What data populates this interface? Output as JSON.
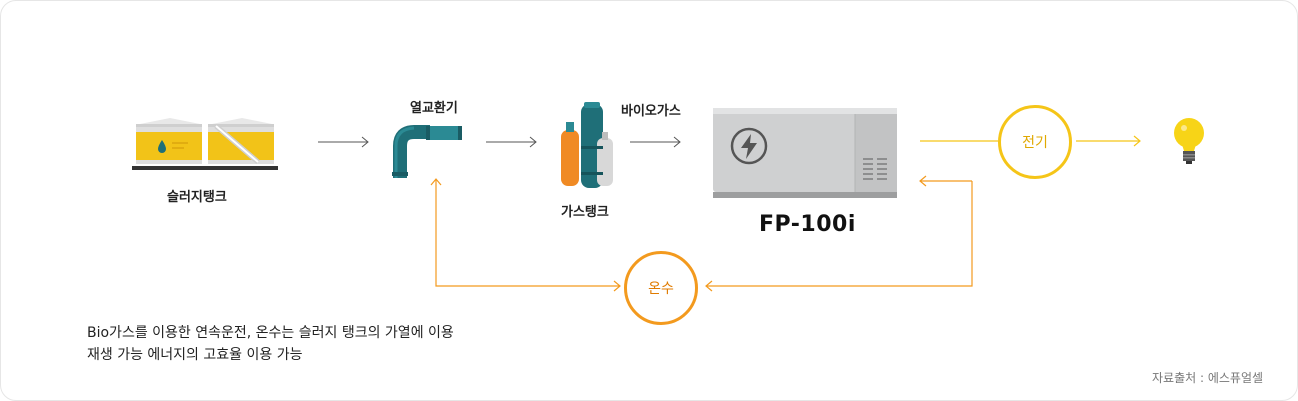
{
  "labels": {
    "sludge_tank": "슬러지탱크",
    "heat_exchanger": "열교환기",
    "biogas": "바이오가스",
    "gas_tank": "가스탱크",
    "model": "FP-100i",
    "electricity": "전기",
    "hot_water": "온수"
  },
  "description": {
    "line1": "Bio가스를 이용한 연속운전, 온수는 슬러지 탱크의 가열에 이용",
    "line2": "재생 가능 에너지의 고효율 이용 가능"
  },
  "source": "자료출처 : 에스퓨얼셀",
  "colors": {
    "flow_orange": "#f39a1e",
    "electric_yellow": "#f5c518",
    "pipe_teal": "#1f6f78",
    "tank_yellow": "#f2c318",
    "generator_gray": "#c9cacb"
  }
}
